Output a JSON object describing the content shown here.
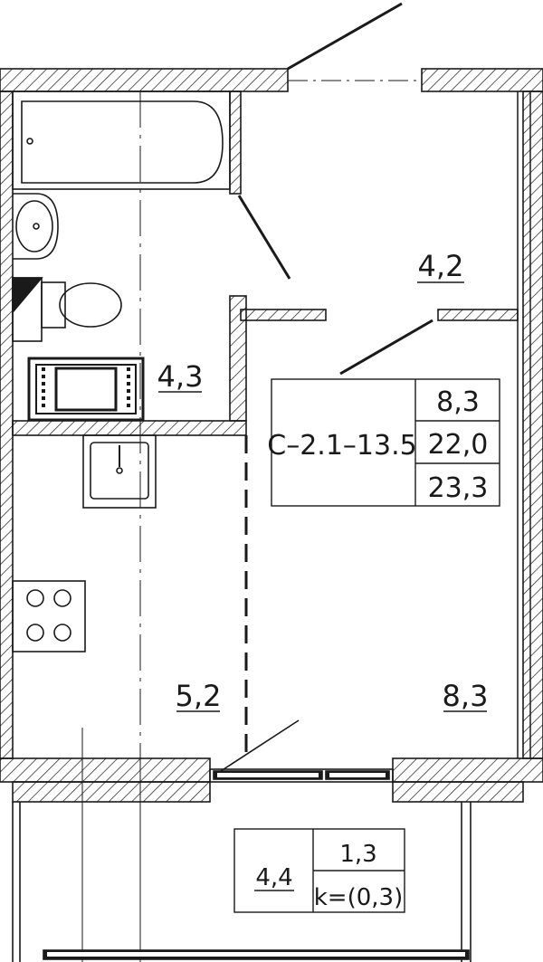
{
  "apartment": {
    "code": "С–2.1–13.5",
    "living_area": "8,3",
    "total_area": "22,0",
    "total_with_balcony": "23,3"
  },
  "rooms": {
    "hallway_area": "4,2",
    "bathroom_area": "4,3",
    "kitchen_area": "5,2",
    "living_room_area": "8,3"
  },
  "balcony": {
    "area": "4,4",
    "reduced_area": "1,3",
    "coefficient": "k=(0,3)"
  },
  "colors": {
    "line": "#1a1a1a",
    "background": "#ffffff"
  }
}
